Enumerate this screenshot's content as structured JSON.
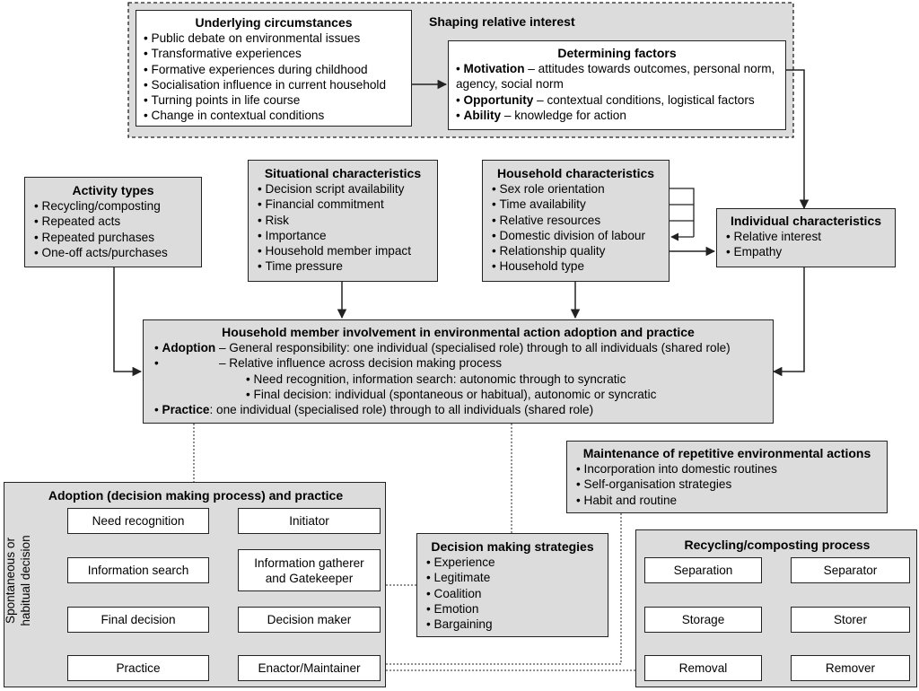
{
  "colors": {
    "box_fill": "#dcdcdc",
    "node_fill": "#ffffff",
    "line": "#222222"
  },
  "shaping": {
    "title": "Shaping relative interest",
    "underlying": {
      "title": "Underlying circumstances",
      "items": [
        "Public debate on environmental issues",
        "Transformative experiences",
        "Formative experiences during childhood",
        "Socialisation influence in current household",
        "Turning points in life course",
        "Change in contextual conditions"
      ]
    },
    "determining": {
      "title": "Determining factors",
      "motivation_term": "Motivation",
      "motivation_text": " – attitudes towards outcomes, personal norm, agency, social norm",
      "opportunity_term": "Opportunity",
      "opportunity_text": " – contextual conditions, logistical factors",
      "ability_term": "Ability",
      "ability_text": " – knowledge for action"
    }
  },
  "activity": {
    "title": "Activity types",
    "items": [
      "Recycling/composting",
      "Repeated acts",
      "Repeated purchases",
      "One-off acts/purchases"
    ]
  },
  "situational": {
    "title": "Situational characteristics",
    "items": [
      "Decision script availability",
      "Financial commitment",
      "Risk",
      "Importance",
      "Household member impact",
      "Time pressure"
    ]
  },
  "household": {
    "title": "Household characteristics",
    "items": [
      "Sex role orientation",
      "Time availability",
      "Relative resources",
      "Domestic division of labour",
      "Relationship quality",
      "Household type"
    ]
  },
  "individual": {
    "title": "Individual characteristics",
    "items": [
      "Relative interest",
      "Empathy"
    ]
  },
  "involvement": {
    "title": "Household member involvement in environmental action adoption and practice",
    "adoption_term": "Adoption",
    "adoption_text": " – General responsibility: one individual (specialised role) through to all individuals (shared role)",
    "adoption_ghost": "Adoption",
    "adoption2_text": " – Relative influence across decision making process",
    "sub1": "Need recognition, information search: autonomic through to syncratic",
    "sub2": "Final decision: individual (spontaneous or habitual), autonomic or syncratic",
    "practice_term": "Practice",
    "practice_text": ": one individual (specialised role) through to all individuals (shared role)"
  },
  "maintenance": {
    "title": "Maintenance of repetitive environmental actions",
    "items": [
      "Incorporation into domestic routines",
      "Self-organisation strategies",
      "Habit and routine"
    ]
  },
  "adoption_process": {
    "title": "Adoption (decision making process) and practice",
    "side_label_1": "Spontaneous or",
    "side_label_2": "habitual decision",
    "steps": [
      "Need recognition",
      "Information search",
      "Final decision",
      "Practice"
    ],
    "roles": [
      "Initiator",
      "Information gatherer and Gatekeeper",
      "Decision maker",
      "Enactor/Maintainer"
    ]
  },
  "strategies": {
    "title": "Decision making strategies",
    "items": [
      "Experience",
      "Legitimate",
      "Coalition",
      "Emotion",
      "Bargaining"
    ]
  },
  "recycling": {
    "title": "Recycling/composting process",
    "steps": [
      "Separation",
      "Storage",
      "Removal"
    ],
    "roles": [
      "Separator",
      "Storer",
      "Remover"
    ]
  }
}
